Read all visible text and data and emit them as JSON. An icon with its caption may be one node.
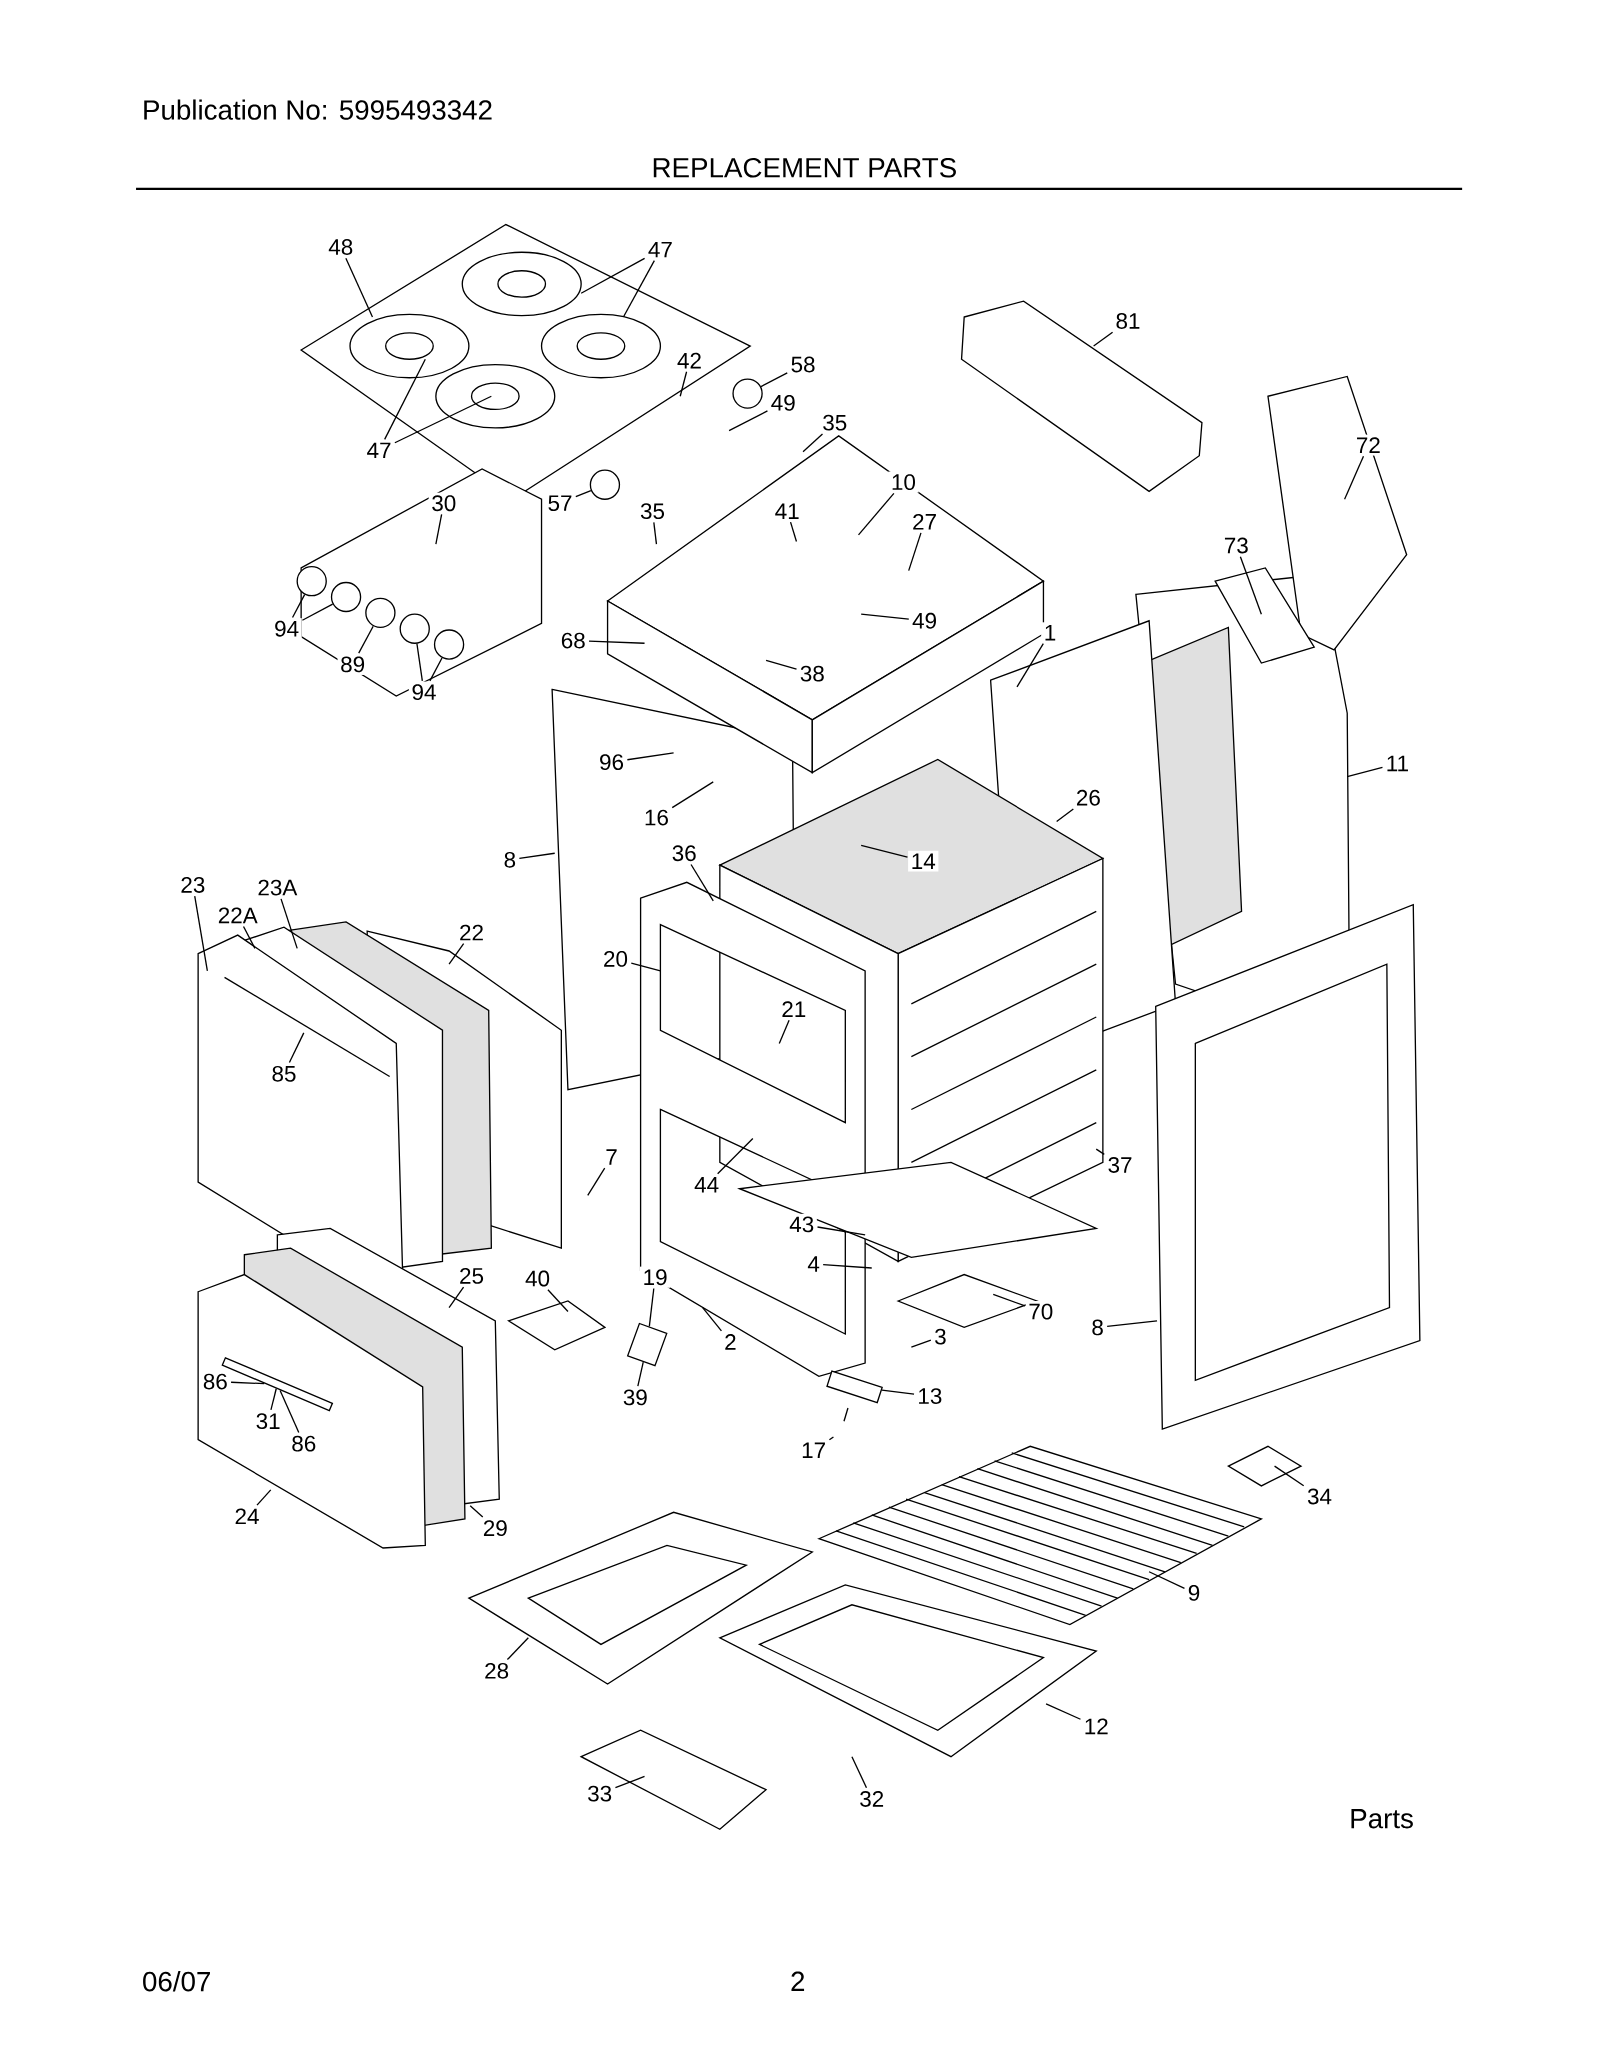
{
  "diagram": {
    "title": "REPLACEMENT PARTS",
    "nodes": [
      {
        "text": [
          "48"
        ]
      },
      {
        "text": [
          "47"
        ]
      },
      {
        "text": [
          "81"
        ]
      },
      {
        "text": [
          "58"
        ]
      },
      {
        "text": [
          "42"
        ]
      },
      {
        "text": [
          "49"
        ]
      },
      {
        "text": [
          "35"
        ]
      },
      {
        "text": [
          "47"
        ]
      },
      {
        "text": [
          "72"
        ]
      },
      {
        "text": [
          "10"
        ]
      },
      {
        "text": [
          "57"
        ]
      },
      {
        "text": [
          "35"
        ]
      },
      {
        "text": [
          "30"
        ]
      },
      {
        "text": [
          "41"
        ]
      },
      {
        "text": [
          "27"
        ]
      },
      {
        "text": [
          "73"
        ]
      },
      {
        "text": [
          "68"
        ]
      },
      {
        "text": [
          "49"
        ]
      },
      {
        "text": [
          "94"
        ]
      },
      {
        "text": [
          "89"
        ]
      },
      {
        "text": [
          "38"
        ]
      },
      {
        "text": [
          "94"
        ]
      },
      {
        "text": [
          "1"
        ]
      },
      {
        "text": [
          "96"
        ]
      },
      {
        "text": [
          "11"
        ]
      },
      {
        "text": [
          "26"
        ]
      },
      {
        "text": [
          "16"
        ]
      },
      {
        "text": [
          "8"
        ]
      },
      {
        "text": [
          "14"
        ]
      },
      {
        "text": [
          "36"
        ]
      },
      {
        "text": [
          "23"
        ]
      },
      {
        "text": [
          "23A"
        ]
      },
      {
        "text": [
          "22A"
        ]
      },
      {
        "text": [
          "22"
        ]
      },
      {
        "text": [
          "20"
        ]
      },
      {
        "text": [
          "21"
        ]
      },
      {
        "text": [
          "85"
        ]
      },
      {
        "text": [
          "7"
        ]
      },
      {
        "text": [
          "37"
        ]
      },
      {
        "text": [
          "44"
        ]
      },
      {
        "text": [
          "43"
        ]
      },
      {
        "text": [
          "4"
        ]
      },
      {
        "text": [
          "25"
        ]
      },
      {
        "text": [
          "40"
        ]
      },
      {
        "text": [
          "19"
        ]
      },
      {
        "text": [
          "70"
        ]
      },
      {
        "text": [
          "2"
        ]
      },
      {
        "text": [
          "3"
        ]
      },
      {
        "text": [
          "8"
        ]
      },
      {
        "text": [
          "86"
        ]
      },
      {
        "text": [
          "13"
        ]
      },
      {
        "text": [
          "31"
        ]
      },
      {
        "text": [
          "39"
        ]
      },
      {
        "text": [
          "86"
        ]
      },
      {
        "text": [
          "17"
        ]
      },
      {
        "text": [
          "34"
        ]
      },
      {
        "text": [
          "24"
        ]
      },
      {
        "text": [
          "29"
        ]
      },
      {
        "text": [
          "9"
        ]
      },
      {
        "text": [
          "28"
        ]
      },
      {
        "text": [
          "12"
        ]
      },
      {
        "text": [
          "33"
        ]
      },
      {
        "text": [
          "32"
        ]
      },
      {
        "text": [],
        "shape": "circle"
      },
      {
        "text": [],
        "shape": "circle"
      },
      {
        "text": [],
        "shape": "circle"
      },
      {
        "text": [],
        "shape": "circle"
      },
      {
        "text": [],
        "shape": "circle"
      },
      {
        "text": [],
        "shape": "circle"
      },
      {
        "text": [],
        "shape": "circle"
      },
      {
        "text": [],
        "shape": "box"
      },
      {
        "text": [],
        "shape": "bar"
      },
      {
        "text": [],
        "shape": "bar"
      }
    ],
    "edges": [
      {
        "from": 0,
        "to": null,
        "arrow": "none"
      },
      {
        "from": 1,
        "to": null,
        "arrow": "none"
      },
      {
        "from": 1,
        "to": null,
        "arrow": "none"
      },
      {
        "from": 2,
        "to": null,
        "arrow": "none"
      },
      {
        "from": 3,
        "to": 69,
        "arrow": "none"
      },
      {
        "from": 4,
        "to": null,
        "arrow": "none"
      },
      {
        "from": 5,
        "to": null,
        "arrow": "none"
      },
      {
        "from": 6,
        "to": null,
        "arrow": "none"
      },
      {
        "from": 7,
        "to": null,
        "arrow": "none"
      },
      {
        "from": 7,
        "to": null,
        "arrow": "none"
      },
      {
        "from": 8,
        "to": null,
        "arrow": "none"
      },
      {
        "from": 9,
        "to": null,
        "arrow": "none"
      },
      {
        "from": 10,
        "to": 68,
        "arrow": "none"
      },
      {
        "from": 11,
        "to": null,
        "arrow": "none"
      },
      {
        "from": 12,
        "to": null,
        "arrow": "none"
      },
      {
        "from": 13,
        "to": null,
        "arrow": "none"
      },
      {
        "from": 14,
        "to": null,
        "arrow": "none"
      },
      {
        "from": 15,
        "to": null,
        "arrow": "none"
      },
      {
        "from": 16,
        "to": null,
        "arrow": "none"
      },
      {
        "from": 17,
        "to": null,
        "arrow": "none"
      },
      {
        "from": 18,
        "to": 63,
        "arrow": "none"
      },
      {
        "from": 18,
        "to": 64,
        "arrow": "none"
      },
      {
        "from": 19,
        "to": 65,
        "arrow": "none"
      },
      {
        "from": 20,
        "to": null,
        "arrow": "none"
      },
      {
        "from": 21,
        "to": 66,
        "arrow": "none"
      },
      {
        "from": 21,
        "to": 67,
        "arrow": "none"
      },
      {
        "from": 22,
        "to": null,
        "arrow": "none"
      },
      {
        "from": 23,
        "to": null,
        "arrow": "none"
      },
      {
        "from": 24,
        "to": null,
        "arrow": "none"
      },
      {
        "from": 25,
        "to": null,
        "arrow": "none"
      },
      {
        "from": 26,
        "to": null,
        "arrow": "none"
      },
      {
        "from": 27,
        "to": null,
        "arrow": "none"
      },
      {
        "from": 28,
        "to": null,
        "arrow": "none"
      },
      {
        "from": 29,
        "to": null,
        "arrow": "none"
      },
      {
        "from": 30,
        "to": null,
        "arrow": "none"
      },
      {
        "from": 31,
        "to": null,
        "arrow": "none"
      },
      {
        "from": 32,
        "to": null,
        "arrow": "none"
      },
      {
        "from": 33,
        "to": null,
        "arrow": "none"
      },
      {
        "from": 34,
        "to": null,
        "arrow": "none"
      },
      {
        "from": 35,
        "to": null,
        "arrow": "none"
      },
      {
        "from": 36,
        "to": null,
        "arrow": "none"
      },
      {
        "from": 37,
        "to": null,
        "arrow": "none"
      },
      {
        "from": 38,
        "to": null,
        "arrow": "none"
      },
      {
        "from": 39,
        "to": null,
        "arrow": "none"
      },
      {
        "from": 40,
        "to": null,
        "arrow": "none"
      },
      {
        "from": 41,
        "to": null,
        "arrow": "none"
      },
      {
        "from": 42,
        "to": null,
        "arrow": "none"
      },
      {
        "from": 43,
        "to": null,
        "arrow": "none"
      },
      {
        "from": 44,
        "to": 71,
        "arrow": "none"
      },
      {
        "from": 45,
        "to": null,
        "arrow": "none"
      },
      {
        "from": 46,
        "to": null,
        "arrow": "none"
      },
      {
        "from": 47,
        "to": null,
        "arrow": "none"
      },
      {
        "from": 48,
        "to": null,
        "arrow": "none"
      },
      {
        "from": 49,
        "to": 72,
        "arrow": "none"
      },
      {
        "from": 50,
        "to": 70,
        "arrow": "none"
      },
      {
        "from": 51,
        "to": 72,
        "arrow": "none"
      },
      {
        "from": 52,
        "to": 71,
        "arrow": "none"
      },
      {
        "from": 53,
        "to": 72,
        "arrow": "none"
      },
      {
        "from": 54,
        "to": null,
        "arrow": "none"
      },
      {
        "from": 55,
        "to": null,
        "arrow": "none"
      },
      {
        "from": 56,
        "to": null,
        "arrow": "none"
      },
      {
        "from": 57,
        "to": null,
        "arrow": "none"
      },
      {
        "from": 58,
        "to": null,
        "arrow": "none"
      },
      {
        "from": 59,
        "to": null,
        "arrow": "none"
      },
      {
        "from": 60,
        "to": null,
        "arrow": "none"
      },
      {
        "from": 61,
        "to": null,
        "arrow": "none"
      },
      {
        "from": 62,
        "to": null,
        "arrow": "none"
      }
    ],
    "labels": [
      "Publication No: 5995493342",
      "Parts",
      "06/07",
      "2"
    ]
  }
}
